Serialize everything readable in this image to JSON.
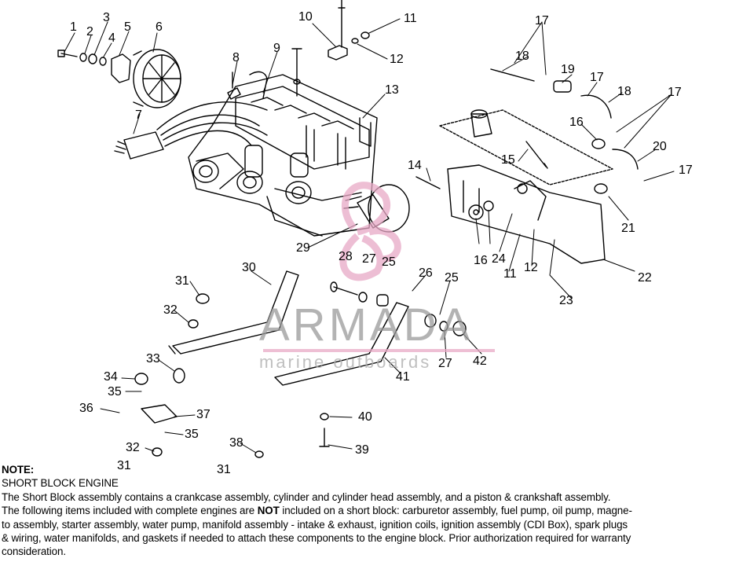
{
  "diagram": {
    "callouts": [
      "1",
      "2",
      "3",
      "4",
      "5",
      "6",
      "7",
      "8",
      "9",
      "10",
      "11",
      "12",
      "13",
      "14",
      "15",
      "16",
      "17",
      "18",
      "19",
      "20",
      "21",
      "22",
      "23",
      "24",
      "25",
      "26",
      "27",
      "28",
      "29",
      "30",
      "31",
      "32",
      "33",
      "34",
      "35",
      "36",
      "37",
      "38",
      "39",
      "40",
      "41",
      "42"
    ]
  },
  "watermark": {
    "brand": "ARMADA",
    "tagline": "marine outboards",
    "logo_color": "#e8a9c6",
    "text_color": "#9a9a9a"
  },
  "note": {
    "title": "NOTE:",
    "subtitle": "SHORT BLOCK ENGINE",
    "line1": "The Short Block assembly contains a crankcase assembly, cylinder and cylinder head assembly, and a piston & crankshaft assembly.",
    "line2_pre": "The following items included with complete engines are ",
    "line2_emph": "NOT",
    "line2_post": " included on a short block:  carburetor assembly, fuel pump, oil pump, magne-",
    "line3": "to assembly, starter assembly, water pump, manifold assembly - intake & exhaust, ignition coils, ignition assembly (CDI Box), spark plugs",
    "line4": "& wiring, water manifolds, and gaskets if needed to attach these components to the engine block.  Prior authorization required for warranty",
    "line5": "consideration."
  }
}
